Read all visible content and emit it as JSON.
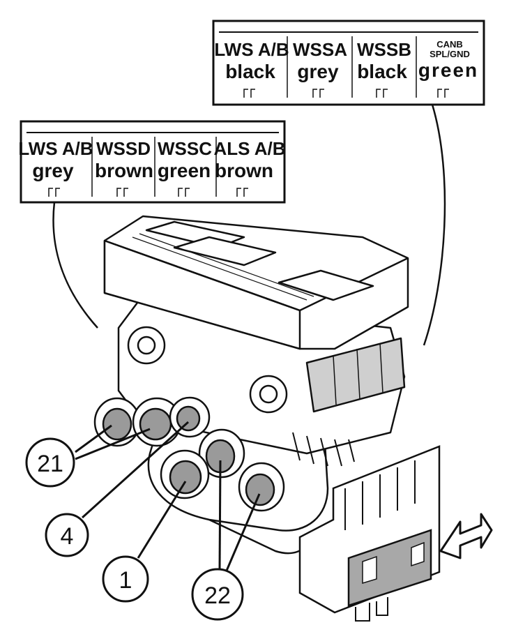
{
  "connector_boxes": [
    {
      "id": "right",
      "columns": [
        {
          "name": "LWS A/B",
          "color": "black"
        },
        {
          "name": "WSSA",
          "color": "grey"
        },
        {
          "name": "WSSB",
          "color": "black"
        },
        {
          "name": "CANB",
          "sub": "SPL/GND",
          "color": "green"
        }
      ]
    },
    {
      "id": "left",
      "columns": [
        {
          "name": "LWS A/B",
          "color": "grey"
        },
        {
          "name": "WSSD",
          "color": "brown"
        },
        {
          "name": "WSSC",
          "color": "green"
        },
        {
          "name": "ALS A/B",
          "color": "brown"
        }
      ]
    }
  ],
  "callouts": [
    {
      "number": "21"
    },
    {
      "number": "4"
    },
    {
      "number": "1"
    },
    {
      "number": "22"
    }
  ]
}
